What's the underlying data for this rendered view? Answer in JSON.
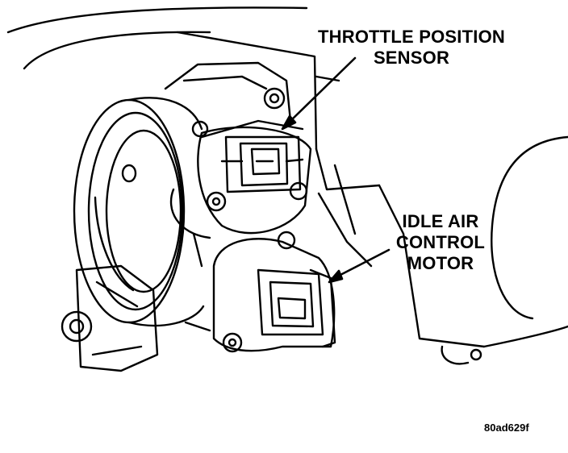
{
  "labels": {
    "throttle_position_sensor": [
      "THROTTLE POSITION",
      "SENSOR"
    ],
    "idle_air_control_motor": [
      "IDLE AIR",
      "CONTROL",
      "MOTOR"
    ]
  },
  "figure_id": "80ad629f",
  "colors": {
    "ink": "#000000",
    "background": "#ffffff"
  }
}
